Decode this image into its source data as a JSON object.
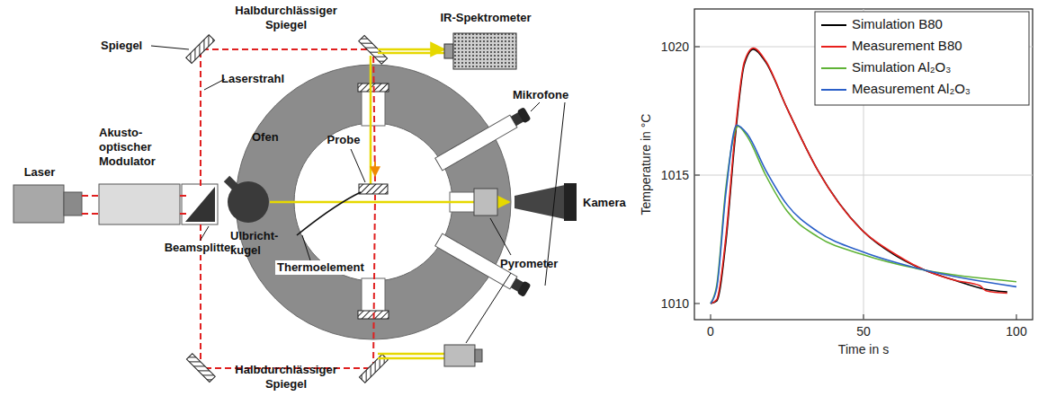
{
  "diagram": {
    "labels": [
      "Halbdurchlässiger Spiegel",
      "IR-Spektrometer",
      "Spiegel",
      "Laserstrahl",
      "Probe",
      "Laser",
      "Akusto- optischer Modulator",
      "Ofen",
      "Mikrofone",
      "Kamera",
      "Beamsplitter",
      "Ulbricht- kugel",
      "Thermoelement",
      "Pyrometer",
      "Halbdurchlässiger Spiegel",
      "1020",
      "1015",
      "1010",
      "0",
      "50",
      "100",
      "Temperature in °C",
      "Time in s"
    ],
    "legend": [
      {
        "text": "Simulation B80"
      },
      {
        "text": "Measurement B80"
      },
      {
        "text": "Simulation Al₂O₃"
      },
      {
        "text": "Measurement Al₂O₃"
      }
    ]
  }
}
